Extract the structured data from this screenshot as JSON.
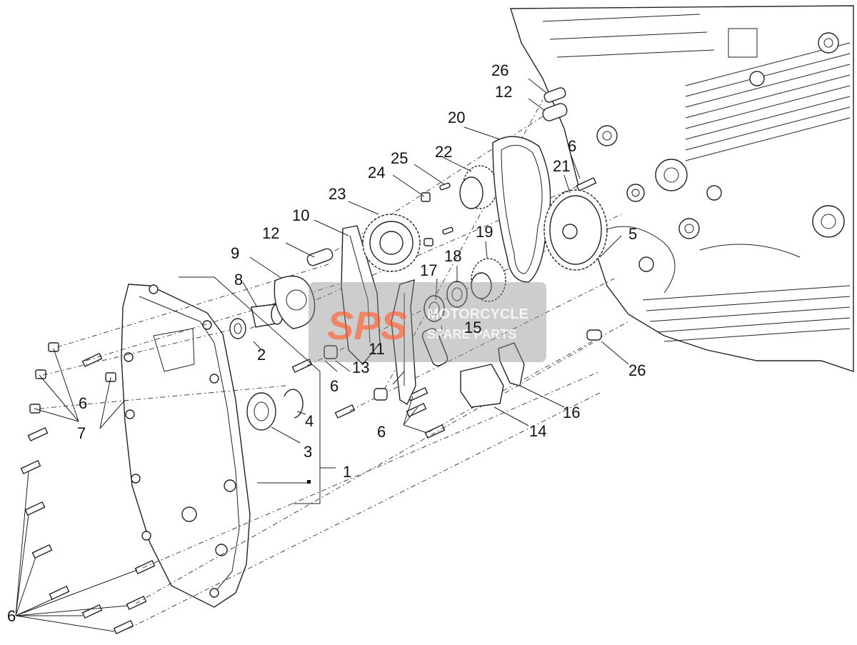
{
  "callouts": [
    {
      "id": "c1",
      "text": "1"
    },
    {
      "id": "c2",
      "text": "2"
    },
    {
      "id": "c3",
      "text": "3"
    },
    {
      "id": "c4",
      "text": "4"
    },
    {
      "id": "c5",
      "text": "5"
    },
    {
      "id": "c6a",
      "text": "6"
    },
    {
      "id": "c6b",
      "text": "6"
    },
    {
      "id": "c6c",
      "text": "6"
    },
    {
      "id": "c6d",
      "text": "6"
    },
    {
      "id": "c6e",
      "text": "6"
    },
    {
      "id": "c7",
      "text": "7"
    },
    {
      "id": "c8",
      "text": "8"
    },
    {
      "id": "c9",
      "text": "9"
    },
    {
      "id": "c10",
      "text": "10"
    },
    {
      "id": "c11",
      "text": "11"
    },
    {
      "id": "c12a",
      "text": "12"
    },
    {
      "id": "c12b",
      "text": "12"
    },
    {
      "id": "c13",
      "text": "13"
    },
    {
      "id": "c14",
      "text": "14"
    },
    {
      "id": "c15",
      "text": "15"
    },
    {
      "id": "c16",
      "text": "16"
    },
    {
      "id": "c17",
      "text": "17"
    },
    {
      "id": "c18",
      "text": "18"
    },
    {
      "id": "c19",
      "text": "19"
    },
    {
      "id": "c20",
      "text": "20"
    },
    {
      "id": "c21",
      "text": "21"
    },
    {
      "id": "c22",
      "text": "22"
    },
    {
      "id": "c23",
      "text": "23"
    },
    {
      "id": "c24",
      "text": "24"
    },
    {
      "id": "c25",
      "text": "25"
    },
    {
      "id": "c26a",
      "text": "26"
    },
    {
      "id": "c26b",
      "text": "26"
    }
  ],
  "watermark": {
    "logo_text": "SPS",
    "line1": "MOTORCYCLE",
    "line2": "SPARE PARTS",
    "accent_color": "#e8643c",
    "box_color": "#8a8a8a"
  }
}
